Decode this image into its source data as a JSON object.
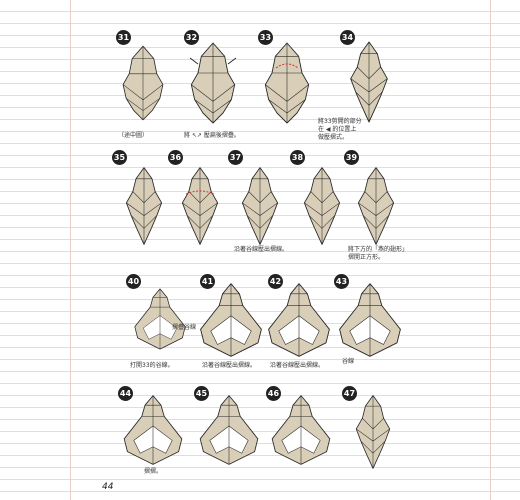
{
  "page_number": "44",
  "colors": {
    "paper": "#d9ceb8",
    "white_side": "#ffffff",
    "outline": "#2b2b2b",
    "valley": "#d43333",
    "badge": "#222222"
  },
  "steps": [
    {
      "num": "31",
      "caption": "（途中圖）"
    },
    {
      "num": "32",
      "caption": "將 ↖↗ 壓扁後摺疊。"
    },
    {
      "num": "33",
      "caption": ""
    },
    {
      "num": "34",
      "caption": "將33剪開的部分\n在 ◀ 的位置上\n做壓摺式。"
    },
    {
      "num": "35",
      "caption": ""
    },
    {
      "num": "36",
      "caption": ""
    },
    {
      "num": "37",
      "caption": ""
    },
    {
      "num": "38",
      "caption": "沿著谷線壓出摺線。"
    },
    {
      "num": "39",
      "caption": "將下方的「燕的翅形」\n摺開正方形。"
    },
    {
      "num": "40",
      "caption": "打開33的谷線。"
    },
    {
      "num": "41",
      "caption": "沿著谷線壓出摺線。"
    },
    {
      "num": "42",
      "caption": "沿著谷線壓出摺線。"
    },
    {
      "num": "43",
      "caption": ""
    },
    {
      "num": "44",
      "caption": "摺摺。"
    },
    {
      "num": "45",
      "caption": ""
    },
    {
      "num": "46",
      "caption": ""
    },
    {
      "num": "47",
      "caption": ""
    }
  ],
  "labels": {
    "valley_fold_note": "摺疊谷線",
    "valley_line": "谷線"
  }
}
